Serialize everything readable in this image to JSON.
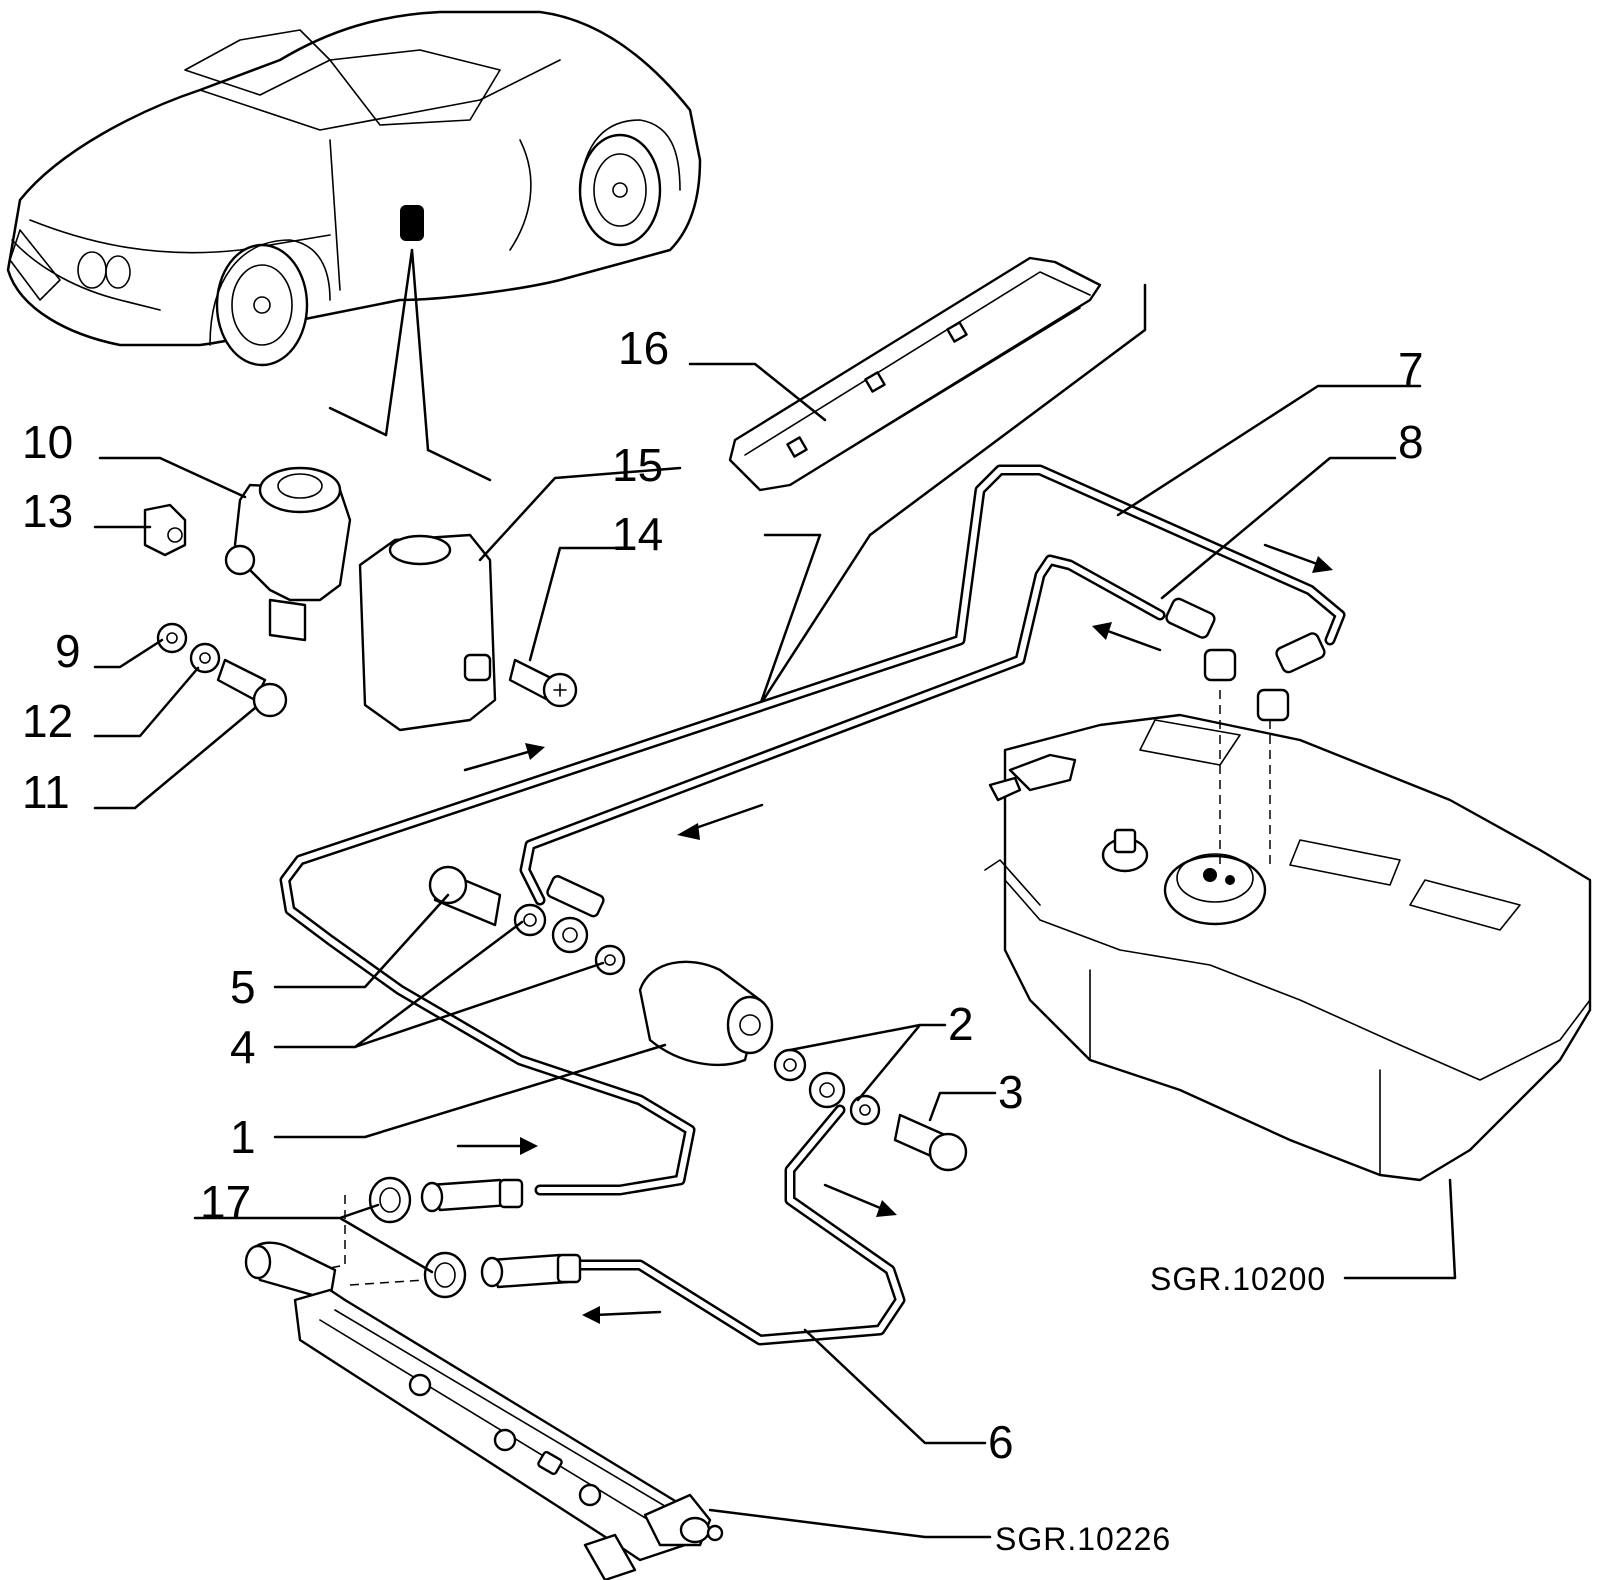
{
  "callouts": [
    {
      "id": "c1",
      "label": "1"
    },
    {
      "id": "c2",
      "label": "2"
    },
    {
      "id": "c3",
      "label": "3"
    },
    {
      "id": "c4",
      "label": "4"
    },
    {
      "id": "c5",
      "label": "5"
    },
    {
      "id": "c6",
      "label": "6"
    },
    {
      "id": "c7",
      "label": "7"
    },
    {
      "id": "c8",
      "label": "8"
    },
    {
      "id": "c9",
      "label": "9"
    },
    {
      "id": "c10",
      "label": "10"
    },
    {
      "id": "c11",
      "label": "11"
    },
    {
      "id": "c12",
      "label": "12"
    },
    {
      "id": "c13",
      "label": "13"
    },
    {
      "id": "c14",
      "label": "14"
    },
    {
      "id": "c15",
      "label": "15"
    },
    {
      "id": "c16",
      "label": "16"
    },
    {
      "id": "c17",
      "label": "17"
    }
  ],
  "references": {
    "tank": "SGR.10200",
    "fuel_rail": "SGR.10226"
  }
}
